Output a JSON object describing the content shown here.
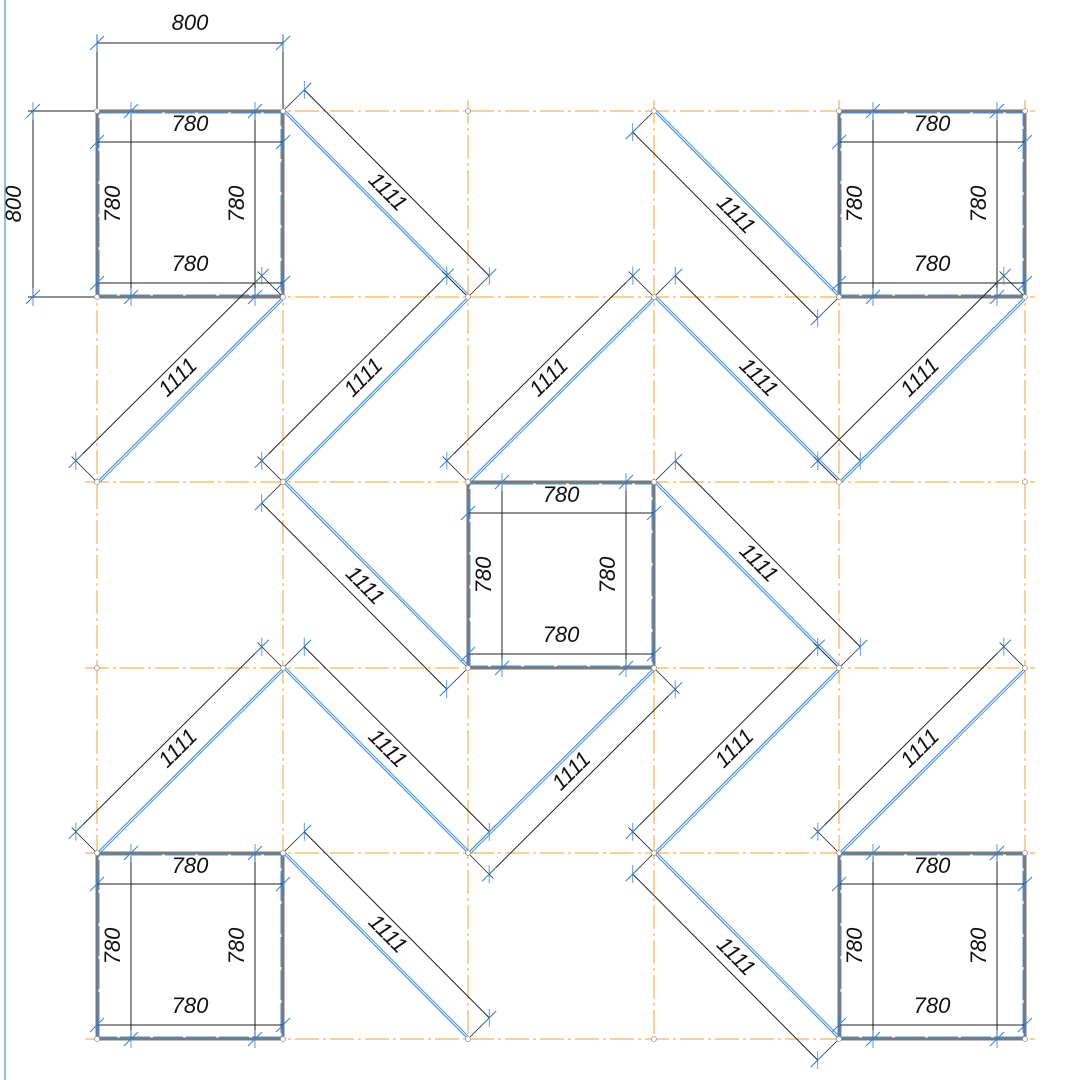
{
  "drawing": {
    "overall_width_label": "800",
    "overall_height_label": "800",
    "square_inner_label": "780",
    "diagonal_label": "1111"
  },
  "colors": {
    "grid": "#f0a030",
    "panel": "#4a90d9",
    "outline": "#7a7a7a",
    "dimension": "#222222",
    "tick": "#3a7fd0"
  }
}
